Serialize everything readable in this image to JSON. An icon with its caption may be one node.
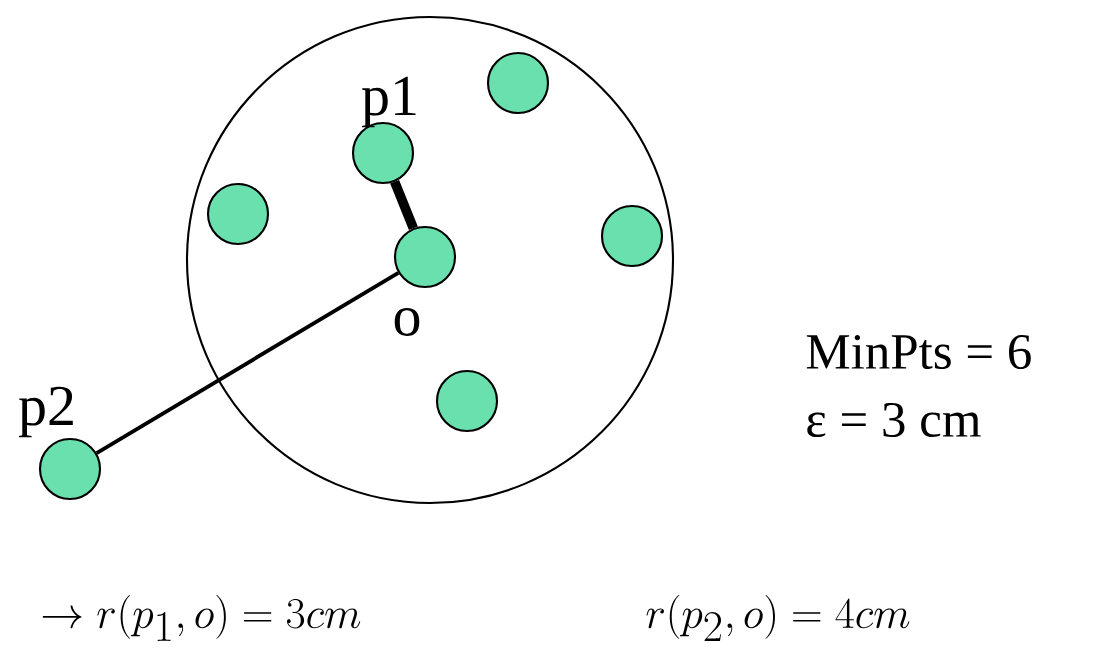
{
  "diagram": {
    "nodes": [
      {
        "text": [],
        "shape": "circle"
      },
      {
        "text": [],
        "shape": "circle",
        "in": 0
      },
      {
        "text": [],
        "shape": "circle",
        "in": 0,
        "beside": [
          "p1"
        ]
      },
      {
        "text": [],
        "shape": "circle",
        "in": 0
      },
      {
        "text": [],
        "shape": "circle",
        "in": 0
      },
      {
        "text": [],
        "shape": "circle",
        "in": 0,
        "beside": [
          "o"
        ]
      },
      {
        "text": [],
        "shape": "circle",
        "in": 0
      },
      {
        "text": [],
        "shape": "circle",
        "beside": [
          "p2"
        ]
      }
    ],
    "edges": [
      {
        "from": 2,
        "to": 5,
        "arrow": "none",
        "style": "thick"
      },
      {
        "from": 7,
        "to": 5,
        "arrow": "none"
      }
    ],
    "labels": [
      "MinPts = 6",
      "ε = 3 cm",
      "\\rightarrow r(p_1, o) = 3cm",
      "r(p_2, o) = 4cm"
    ]
  }
}
